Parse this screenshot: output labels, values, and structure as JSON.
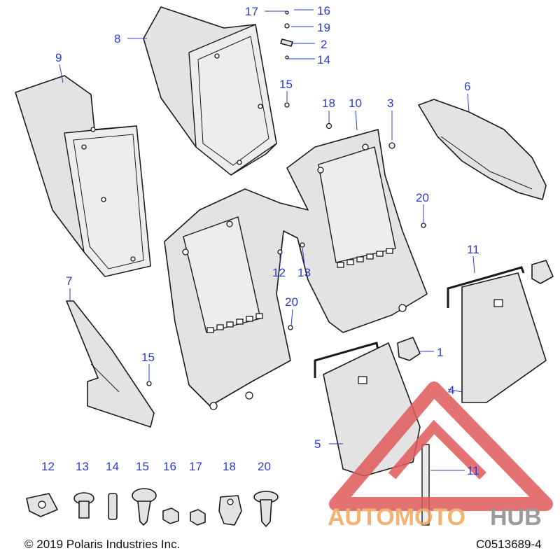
{
  "callouts": {
    "c1": "1",
    "c2": "2",
    "c3": "3",
    "c4": "4",
    "c5": "5",
    "c6": "6",
    "c7": "7",
    "c8": "8",
    "c9": "9",
    "c10": "10",
    "c11a": "11",
    "c11b": "11",
    "c12": "12",
    "c13": "13",
    "c14": "14",
    "c15a": "15",
    "c15b": "15",
    "c16": "16",
    "c17": "17",
    "c18": "18",
    "c19": "19",
    "c20a": "20",
    "c20b": "20"
  },
  "legend": {
    "l12": "12",
    "l13": "13",
    "l14": "14",
    "l15": "15",
    "l16": "16",
    "l17": "17",
    "l18": "18",
    "l20": "20"
  },
  "footer": {
    "copyright": "© 2019 Polaris Industries Inc.",
    "code": "C0513689-4"
  },
  "watermark": {
    "brand_a": "AUTOMOTO",
    "brand_b": "HUB"
  },
  "colors": {
    "callout": "#2a3bd0",
    "watermark_red": "#e05a5a",
    "watermark_orange": "#f2a55a",
    "watermark_gray": "#8a8a8a"
  }
}
